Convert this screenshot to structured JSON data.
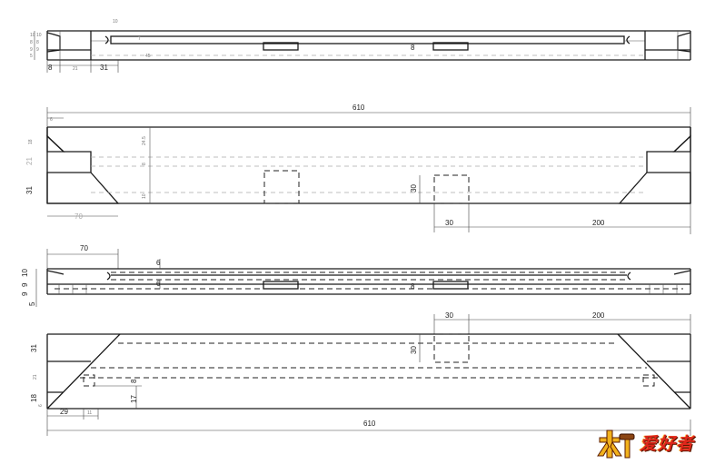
{
  "views": {
    "view1": {
      "d8": "8",
      "d21": "21",
      "d31": "31",
      "d8v": "8",
      "d10a": "10",
      "d8b": "8",
      "d9a": "9",
      "d10b": "10",
      "d8c": "8",
      "d9b": "9",
      "d5": "5"
    },
    "view2": {
      "d610": "610",
      "d6": "6",
      "d18": "18",
      "d21": "21",
      "d31": "31",
      "d245": "24.5",
      "d8": "8",
      "d10": "10",
      "d30w": "30",
      "d30h": "30",
      "d200": "200",
      "d70": "70"
    },
    "view3": {
      "d70": "70",
      "d6a": "6",
      "d6b": "6",
      "d8": "8",
      "d10": "10",
      "d9a": "9",
      "d9b": "9",
      "d5": "5"
    },
    "view4": {
      "d30w": "30",
      "d200": "200",
      "d31": "31",
      "d30h": "30",
      "d21": "21",
      "d18": "18",
      "d6": "6",
      "d8": "8",
      "d17": "17",
      "d29": "29",
      "d11": "11",
      "d610": "610"
    }
  },
  "logo": {
    "text": "爱好者",
    "icon": "wood-icon"
  },
  "colors": {
    "line": "#1a1a1a",
    "logo_red": "#e0261b",
    "logo_gold": "#f2b21c"
  }
}
